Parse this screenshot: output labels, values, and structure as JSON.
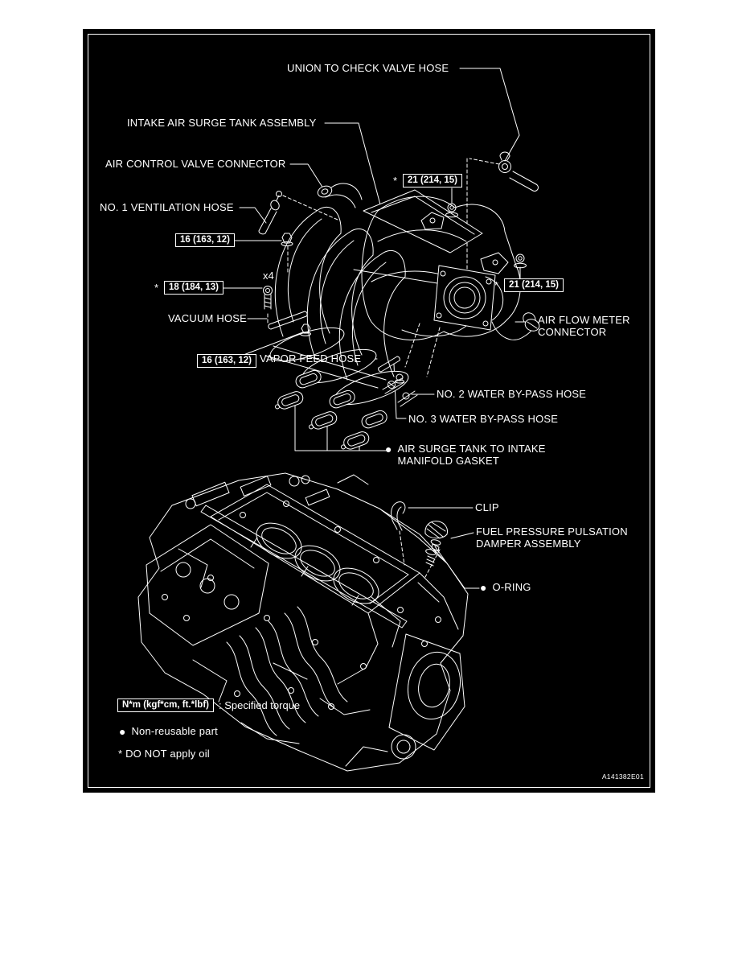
{
  "diagram": {
    "drawing_code": "A141382E01",
    "colors": {
      "page_background": "#ffffff",
      "diagram_background": "#000000",
      "line_color": "#ffffff",
      "text_color": "#ffffff"
    },
    "part_labels": {
      "union_to_check_valve_hose": "UNION TO CHECK VALVE HOSE",
      "intake_air_surge_tank_assembly": "INTAKE AIR SURGE TANK ASSEMBLY",
      "air_control_valve_connector": "AIR CONTROL VALVE CONNECTOR",
      "no1_ventilation_hose": "NO. 1 VENTILATION HOSE",
      "vacuum_hose": "VACUUM HOSE",
      "vapor_feed_hose": "VAPOR FEED HOSE",
      "air_flow_meter_connector": "AIR FLOW METER\nCONNECTOR",
      "no2_water_bypass_hose": "NO. 2 WATER BY-PASS HOSE",
      "no3_water_bypass_hose": "NO. 3 WATER BY-PASS HOSE",
      "air_surge_tank_to_intake_manifold_gasket": "AIR SURGE TANK TO INTAKE\nMANIFOLD GASKET",
      "clip": "CLIP",
      "fuel_pressure_pulsation_damper_assembly": "FUEL PRESSURE PULSATION\nDAMPER ASSEMBLY",
      "o_ring": "O-RING"
    },
    "torque_specs": [
      {
        "marker": "*",
        "value": "21 (214, 15)"
      },
      {
        "marker": "",
        "value": "16 (163, 12)"
      },
      {
        "marker": "*",
        "value": "18 (184, 13)",
        "quantity": "x4"
      },
      {
        "marker": "*",
        "value": "21 (214, 15)"
      },
      {
        "marker": "",
        "value": "16 (163, 12)"
      }
    ],
    "legend": {
      "torque_unit_box": "N*m (kgf*cm, ft.*lbf)",
      "torque_note": ": Specified torque",
      "non_reusable_note": "Non-reusable part",
      "oil_note": "* DO NOT apply oil"
    },
    "bullet_symbol": "●"
  }
}
